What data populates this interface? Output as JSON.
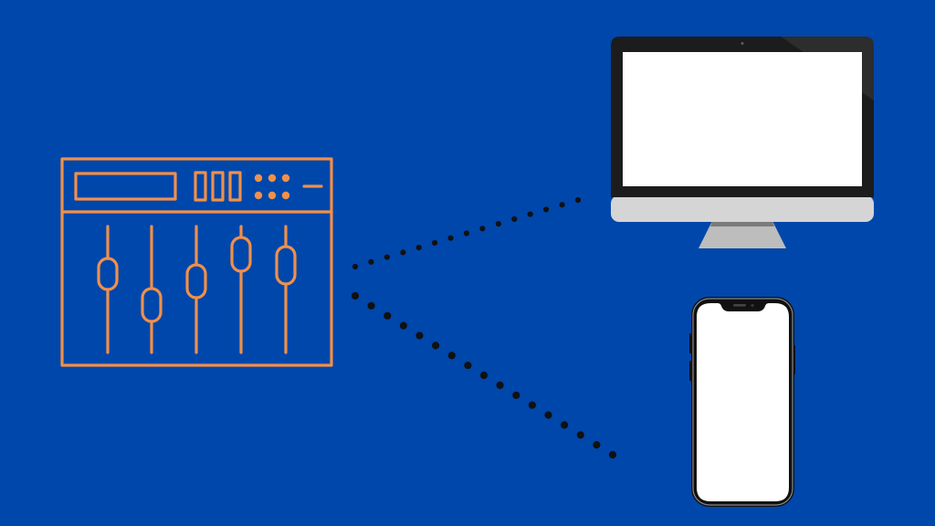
{
  "colors": {
    "background": "#0047AB",
    "mixer_stroke": "#F0904A",
    "connector_dots": "#111111",
    "monitor_bezel": "#1C1C1C",
    "monitor_screen": "#FFFFFF",
    "monitor_chin": "#D5D5D5",
    "monitor_stand": "#BDBDBD",
    "phone_body": "#111111",
    "phone_screen": "#FFFFFF"
  },
  "elements": {
    "mixer": {
      "icon": "audio-mixer-icon",
      "slider_count": 5
    },
    "monitor": {
      "icon": "desktop-monitor-icon"
    },
    "phone": {
      "icon": "smartphone-icon"
    },
    "connections": [
      {
        "from": "mixer",
        "to": "monitor",
        "style": "dotted"
      },
      {
        "from": "mixer",
        "to": "phone",
        "style": "dotted"
      }
    ]
  }
}
